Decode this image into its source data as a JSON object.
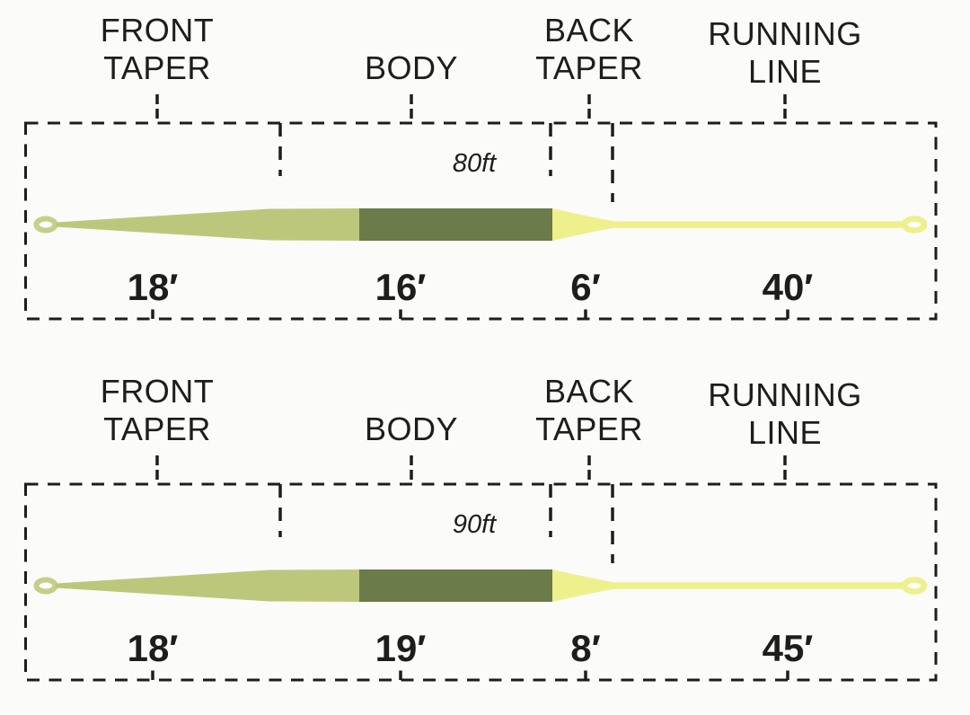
{
  "colors": {
    "background": "#fbfbfa",
    "text": "#1d1d1b",
    "dash_line": "#1d1d1b",
    "front_taper": "#bdc77c",
    "body": "#6b7b49",
    "back_taper_running": "#eef08b",
    "loop_left": "#c6ce88"
  },
  "diagrams": [
    {
      "total_length": "80ft",
      "sections": [
        {
          "label": [
            "FRONT",
            "TAPER"
          ],
          "length": "18′"
        },
        {
          "label": [
            "BODY"
          ],
          "length": "16′"
        },
        {
          "label": [
            "BACK",
            "TAPER"
          ],
          "length": "6′"
        },
        {
          "label": [
            "RUNNING",
            "LINE"
          ],
          "length": "40′"
        }
      ]
    },
    {
      "total_length": "90ft",
      "sections": [
        {
          "label": [
            "FRONT",
            "TAPER"
          ],
          "length": "18′"
        },
        {
          "label": [
            "BODY"
          ],
          "length": "19′"
        },
        {
          "label": [
            "BACK",
            "TAPER"
          ],
          "length": "8′"
        },
        {
          "label": [
            "RUNNING",
            "LINE"
          ],
          "length": "45′"
        }
      ]
    }
  ]
}
